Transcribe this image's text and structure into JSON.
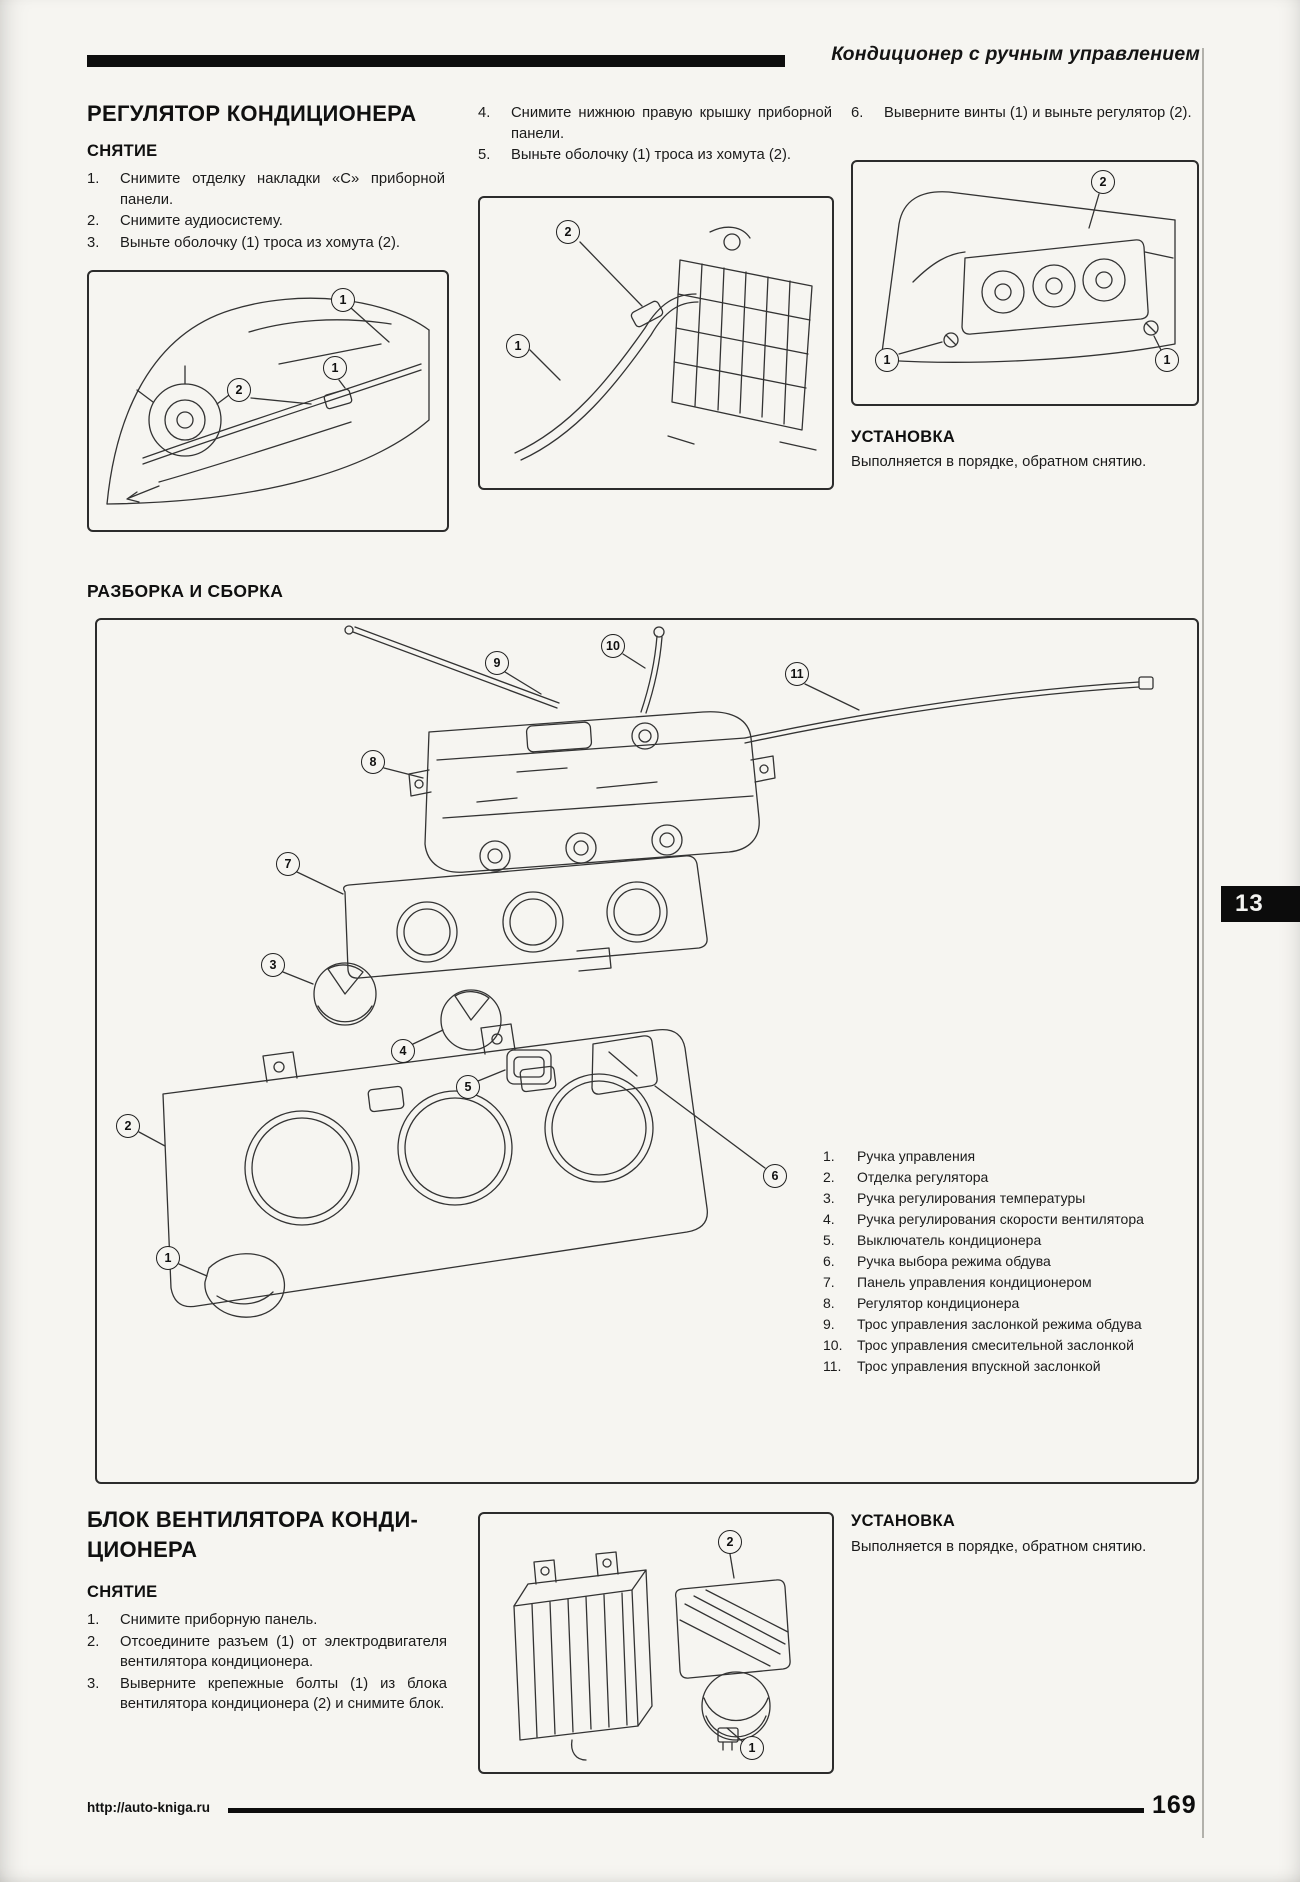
{
  "page": {
    "header_title": "Кондиционер с ручным управлением",
    "chapter_tab": "13",
    "footer_url": "http://auto-kniga.ru",
    "page_number": "169"
  },
  "regulator": {
    "title": "РЕГУЛЯТОР КОНДИЦИОНЕРА",
    "removal": {
      "heading": "СНЯТИЕ",
      "steps_col1": [
        {
          "num": "1.",
          "text": "Снимите отделку накладки «С» приборной панели."
        },
        {
          "num": "2.",
          "text": "Снимите аудиосистему."
        },
        {
          "num": "3.",
          "text": "Выньте оболочку (1) троса из хомута (2)."
        }
      ],
      "steps_col2": [
        {
          "num": "4.",
          "text": "Снимите нижнюю правую крышку приборной панели."
        },
        {
          "num": "5.",
          "text": "Выньте оболочку (1) троса из хомута (2)."
        }
      ],
      "steps_col3": [
        {
          "num": "6.",
          "text": "Выверните винты (1) и выньте регулятор (2)."
        }
      ]
    },
    "installation": {
      "heading": "УСТАНОВКА",
      "text": "Выполняется в порядке, обратном снятию."
    }
  },
  "disassembly": {
    "title": "РАЗБОРКА И СБОРКА",
    "parts": [
      {
        "num": "1.",
        "text": "Ручка управления"
      },
      {
        "num": "2.",
        "text": "Отделка регулятора"
      },
      {
        "num": "3.",
        "text": "Ручка регулирования температуры"
      },
      {
        "num": "4.",
        "text": "Ручка регулирования скорости вентилятора"
      },
      {
        "num": "5.",
        "text": "Выключатель кондиционера"
      },
      {
        "num": "6.",
        "text": "Ручка выбора режима обдува"
      },
      {
        "num": "7.",
        "text": "Панель управления кондиционером"
      },
      {
        "num": "8.",
        "text": "Регулятор кондиционера"
      },
      {
        "num": "9.",
        "text": "Трос управления заслонкой режима обдува"
      },
      {
        "num": "10.",
        "text": "Трос управления смесительной заслонкой"
      },
      {
        "num": "11.",
        "text": "Трос управления впускной заслонкой"
      }
    ]
  },
  "blower": {
    "title_line1": "БЛОК ВЕНТИЛЯТОРА КОНДИ-",
    "title_line2": "ЦИОНЕРА",
    "removal": {
      "heading": "СНЯТИЕ",
      "steps": [
        {
          "num": "1.",
          "text": "Снимите приборную панель."
        },
        {
          "num": "2.",
          "text": "Отсоедините разъем (1) от электродвигателя вентилятора кондиционера."
        },
        {
          "num": "3.",
          "text": "Выверните крепежные болты (1) из блока вентилятора кондиционера (2) и снимите блок."
        }
      ]
    },
    "installation": {
      "heading": "УСТАНОВКА",
      "text": "Выполняется в порядке, обратном снятию."
    }
  },
  "figures": {
    "fig1": {
      "callouts": [
        "1",
        "2",
        "1"
      ]
    },
    "fig2": {
      "callouts": [
        "2",
        "1"
      ]
    },
    "fig3": {
      "callouts": [
        "2",
        "1",
        "1"
      ]
    },
    "exploded": {
      "callouts": [
        "9",
        "10",
        "11",
        "8",
        "7",
        "3",
        "4",
        "5",
        "6",
        "2",
        "1"
      ]
    },
    "blower_fig": {
      "callouts": [
        "2",
        "1"
      ]
    }
  },
  "colors": {
    "ink": "#1b1b1b",
    "rule_black": "#0e0e0e",
    "paper": "#f6f5f1"
  }
}
